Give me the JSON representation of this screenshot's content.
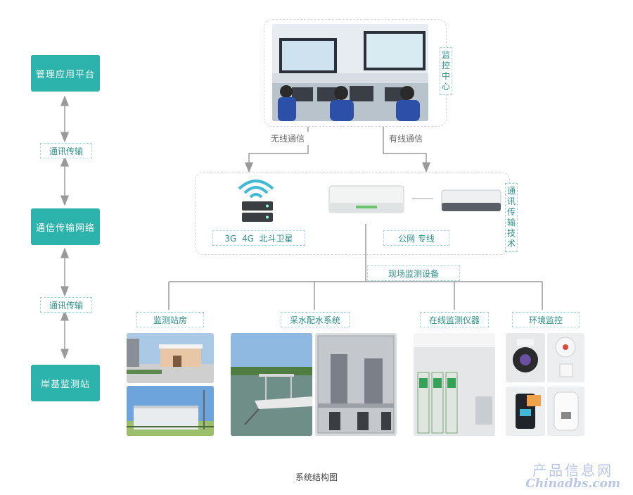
{
  "layers": [
    {
      "name": "管理应用平台"
    },
    {
      "name": "通信传输网络"
    },
    {
      "name": "岸基监测站"
    }
  ],
  "links": [
    {
      "name": "通讯传输"
    },
    {
      "name": "通讯传输"
    }
  ],
  "monitor_center": {
    "label": "监控中心"
  },
  "comm_tech": {
    "label": "通讯传输技术"
  },
  "wireless": {
    "label": "无线通信"
  },
  "wired": {
    "label": "有线通信"
  },
  "wireless_types": {
    "label": "3G  4G  北斗卫星"
  },
  "wired_types": {
    "label": "公网 专线"
  },
  "field_equipment": {
    "label": "现场监测设备"
  },
  "categories": [
    {
      "label": "监测站房"
    },
    {
      "label": "采水配水系统"
    },
    {
      "label": "在线监测仪器"
    },
    {
      "label": "环境监控"
    }
  ],
  "caption": "系统结构图",
  "watermark": {
    "line1": "产品信息网",
    "line2": "Chinadbs.com"
  },
  "colors": {
    "accent": "#2bb3ac",
    "line": "#9a9a9a"
  }
}
